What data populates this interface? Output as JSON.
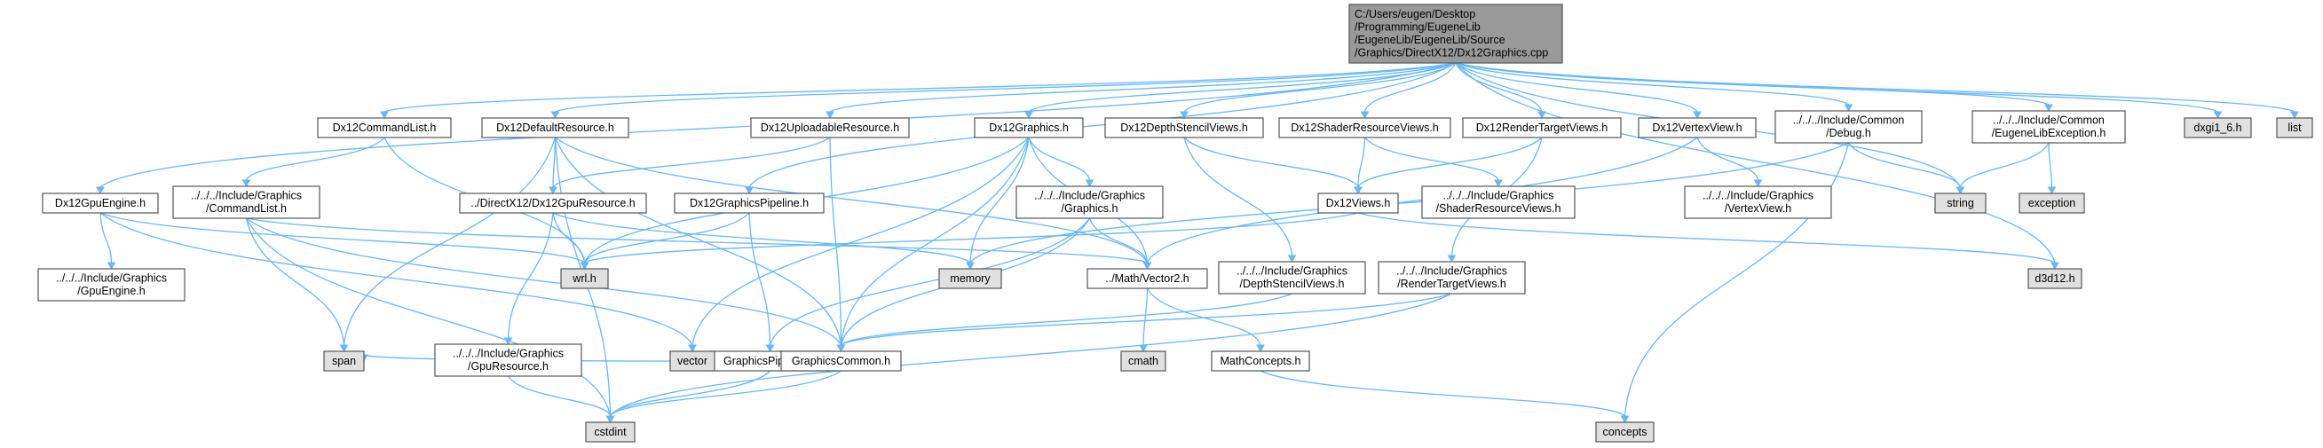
{
  "graph": {
    "nodes": {
      "root": {
        "lines": [
          "C:/Users/eugen/Desktop",
          "/Programming/EugeneLib",
          "/EugeneLib/EugeneLib/Source",
          "/Graphics/DirectX12/Dx12Graphics.cpp"
        ],
        "kind": "root"
      },
      "dx12commandlist": {
        "lines": [
          "Dx12CommandList.h"
        ],
        "kind": "header"
      },
      "dx12defaultresource": {
        "lines": [
          "Dx12DefaultResource.h"
        ],
        "kind": "header"
      },
      "dx12uploadableresource": {
        "lines": [
          "Dx12UploadableResource.h"
        ],
        "kind": "header"
      },
      "dx12graphics": {
        "lines": [
          "Dx12Graphics.h"
        ],
        "kind": "header"
      },
      "dx12depthstencilviews": {
        "lines": [
          "Dx12DepthStencilViews.h"
        ],
        "kind": "header"
      },
      "dx12shaderresourceviews": {
        "lines": [
          "Dx12ShaderResourceViews.h"
        ],
        "kind": "header"
      },
      "dx12rendertargetviews": {
        "lines": [
          "Dx12RenderTargetViews.h"
        ],
        "kind": "header"
      },
      "dx12vertexview": {
        "lines": [
          "Dx12VertexView.h"
        ],
        "kind": "header"
      },
      "commondebug": {
        "lines": [
          "../../../Include/Common",
          "/Debug.h"
        ],
        "kind": "header"
      },
      "eugenelibexception": {
        "lines": [
          "../../../Include/Common",
          "/EugeneLibException.h"
        ],
        "kind": "header"
      },
      "dxgi16": {
        "lines": [
          "dxgi1_6.h"
        ],
        "kind": "system"
      },
      "list": {
        "lines": [
          "list"
        ],
        "kind": "system"
      },
      "dx12gpuengine": {
        "lines": [
          "Dx12GpuEngine.h"
        ],
        "kind": "header"
      },
      "inccommandlist": {
        "lines": [
          "../../../Include/Graphics",
          "/CommandList.h"
        ],
        "kind": "header"
      },
      "dx12gpuresource": {
        "lines": [
          "../DirectX12/Dx12GpuResource.h"
        ],
        "kind": "header"
      },
      "dx12graphicspipeline": {
        "lines": [
          "Dx12GraphicsPipeline.h"
        ],
        "kind": "header"
      },
      "incgraphics": {
        "lines": [
          "../../../Include/Graphics",
          "/Graphics.h"
        ],
        "kind": "header"
      },
      "dx12views": {
        "lines": [
          "Dx12Views.h"
        ],
        "kind": "header"
      },
      "incshaderresourceviews": {
        "lines": [
          "../../../Include/Graphics",
          "/ShaderResourceViews.h"
        ],
        "kind": "header"
      },
      "incvertexview": {
        "lines": [
          "../../../Include/Graphics",
          "/VertexView.h"
        ],
        "kind": "header"
      },
      "string": {
        "lines": [
          "string"
        ],
        "kind": "system"
      },
      "exception": {
        "lines": [
          "exception"
        ],
        "kind": "system"
      },
      "incgpuengine": {
        "lines": [
          "../../../Include/Graphics",
          "/GpuEngine.h"
        ],
        "kind": "header"
      },
      "wrl": {
        "lines": [
          "wrl.h"
        ],
        "kind": "system"
      },
      "memory": {
        "lines": [
          "memory"
        ],
        "kind": "system"
      },
      "vector2": {
        "lines": [
          "../Math/Vector2.h"
        ],
        "kind": "header"
      },
      "incdepthstencilviews": {
        "lines": [
          "../../../Include/Graphics",
          "/DepthStencilViews.h"
        ],
        "kind": "header"
      },
      "increndertargetviews": {
        "lines": [
          "../../../Include/Graphics",
          "/RenderTargetViews.h"
        ],
        "kind": "header"
      },
      "d3d12": {
        "lines": [
          "d3d12.h"
        ],
        "kind": "system"
      },
      "graphicspipeline": {
        "lines": [
          "GraphicsPipeline.h"
        ],
        "kind": "header"
      },
      "span": {
        "lines": [
          "span"
        ],
        "kind": "system"
      },
      "incgpuresource": {
        "lines": [
          "../../../Include/Graphics",
          "/GpuResource.h"
        ],
        "kind": "header"
      },
      "vector": {
        "lines": [
          "vector"
        ],
        "kind": "system"
      },
      "graphicscommon": {
        "lines": [
          "GraphicsCommon.h"
        ],
        "kind": "header"
      },
      "cmath": {
        "lines": [
          "cmath"
        ],
        "kind": "system"
      },
      "mathconcepts": {
        "lines": [
          "MathConcepts.h"
        ],
        "kind": "header"
      },
      "cstdint": {
        "lines": [
          "cstdint"
        ],
        "kind": "system"
      },
      "concepts": {
        "lines": [
          "concepts"
        ],
        "kind": "system"
      }
    },
    "edges": [
      [
        "root",
        "dx12commandlist"
      ],
      [
        "root",
        "dx12defaultresource"
      ],
      [
        "root",
        "dx12uploadableresource"
      ],
      [
        "root",
        "dx12graphics"
      ],
      [
        "root",
        "dx12depthstencilviews"
      ],
      [
        "root",
        "dx12shaderresourceviews"
      ],
      [
        "root",
        "dx12rendertargetviews"
      ],
      [
        "root",
        "dx12vertexview"
      ],
      [
        "root",
        "commondebug"
      ],
      [
        "root",
        "eugenelibexception"
      ],
      [
        "root",
        "dxgi16"
      ],
      [
        "root",
        "list"
      ],
      [
        "root",
        "dx12gpuengine"
      ],
      [
        "root",
        "dx12graphicspipeline"
      ],
      [
        "root",
        "string"
      ],
      [
        "root",
        "d3d12"
      ],
      [
        "dx12commandlist",
        "inccommandlist"
      ],
      [
        "dx12commandlist",
        "wrl"
      ],
      [
        "dx12defaultresource",
        "dx12gpuresource"
      ],
      [
        "dx12defaultresource",
        "span"
      ],
      [
        "dx12defaultresource",
        "vector2"
      ],
      [
        "dx12defaultresource",
        "graphicscommon"
      ],
      [
        "dx12defaultresource",
        "cstdint"
      ],
      [
        "dx12uploadableresource",
        "dx12gpuresource"
      ],
      [
        "dx12uploadableresource",
        "graphicscommon"
      ],
      [
        "dx12graphics",
        "incgraphics"
      ],
      [
        "dx12graphics",
        "memory"
      ],
      [
        "dx12graphics",
        "wrl"
      ],
      [
        "dx12graphics",
        "vector"
      ],
      [
        "dx12graphics",
        "vector2"
      ],
      [
        "dx12graphics",
        "graphicscommon"
      ],
      [
        "dx12depthstencilviews",
        "dx12views"
      ],
      [
        "dx12depthstencilviews",
        "incdepthstencilviews"
      ],
      [
        "dx12shaderresourceviews",
        "dx12views"
      ],
      [
        "dx12shaderresourceviews",
        "incshaderresourceviews"
      ],
      [
        "dx12rendertargetviews",
        "dx12views"
      ],
      [
        "dx12rendertargetviews",
        "increndertargetviews"
      ],
      [
        "dx12vertexview",
        "incvertexview"
      ],
      [
        "dx12vertexview",
        "vector2"
      ],
      [
        "commondebug",
        "string"
      ],
      [
        "commondebug",
        "memory"
      ],
      [
        "commondebug",
        "concepts"
      ],
      [
        "eugenelibexception",
        "string"
      ],
      [
        "eugenelibexception",
        "exception"
      ],
      [
        "dx12gpuengine",
        "incgpuengine"
      ],
      [
        "dx12gpuengine",
        "wrl"
      ],
      [
        "dx12gpuengine",
        "vector"
      ],
      [
        "inccommandlist",
        "vector2"
      ],
      [
        "inccommandlist",
        "graphicscommon"
      ],
      [
        "inccommandlist",
        "span"
      ],
      [
        "inccommandlist",
        "cstdint"
      ],
      [
        "dx12gpuresource",
        "wrl"
      ],
      [
        "dx12gpuresource",
        "memory"
      ],
      [
        "dx12gpuresource",
        "incgpuresource"
      ],
      [
        "dx12graphicspipeline",
        "wrl"
      ],
      [
        "dx12graphicspipeline",
        "graphicspipeline"
      ],
      [
        "incgraphics",
        "vector2"
      ],
      [
        "incgraphics",
        "graphicspipeline"
      ],
      [
        "incgraphics",
        "graphicscommon"
      ],
      [
        "dx12views",
        "wrl"
      ],
      [
        "dx12views",
        "d3d12"
      ],
      [
        "vector2",
        "cmath"
      ],
      [
        "vector2",
        "mathconcepts"
      ],
      [
        "incdepthstencilviews",
        "graphicscommon"
      ],
      [
        "increndertargetviews",
        "graphicscommon"
      ],
      [
        "increndertargetviews",
        "cstdint"
      ],
      [
        "graphicspipeline",
        "span"
      ],
      [
        "graphicspipeline",
        "vector"
      ],
      [
        "graphicspipeline",
        "graphicscommon"
      ],
      [
        "graphicspipeline",
        "cstdint"
      ],
      [
        "incgpuresource",
        "cstdint"
      ],
      [
        "graphicscommon",
        "cstdint"
      ],
      [
        "mathconcepts",
        "concepts"
      ]
    ]
  },
  "colors": {
    "root_fill": "#999999",
    "header_fill": "#ffffff",
    "system_fill": "#e0e0e0",
    "border": "#555555",
    "edge": "#63b8ff",
    "text": "#000000"
  }
}
